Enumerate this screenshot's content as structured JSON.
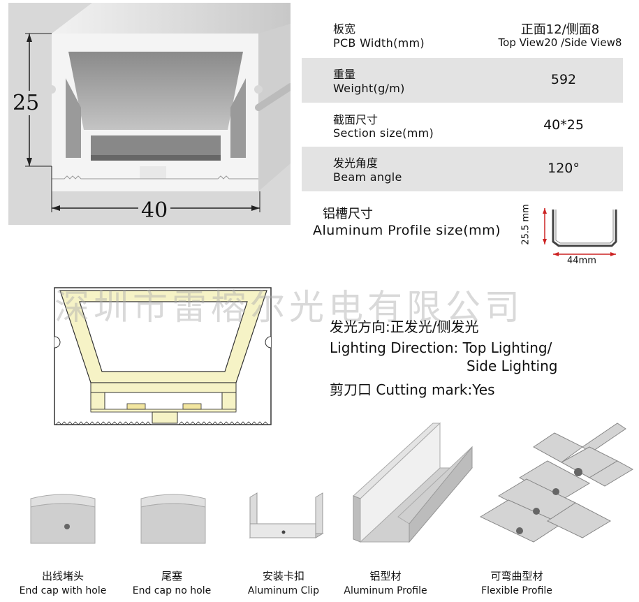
{
  "cross_section": {
    "height_label": "25",
    "width_label": "40"
  },
  "specs": [
    {
      "cn": "板宽",
      "en": "PCB Width(mm)",
      "value_cn": "正面12/侧面8",
      "value_en": "Top View20 /Side View8"
    },
    {
      "cn": "重量",
      "en": "Weight(g/m)",
      "value": "592"
    },
    {
      "cn": "截面尺寸",
      "en": "Section size(mm)",
      "value": "40*25"
    },
    {
      "cn": "发光角度",
      "en": "Beam angle",
      "value": "120°"
    }
  ],
  "aluminum": {
    "cn": "铝槽尺寸",
    "en": "Aluminum Profile size(mm)",
    "height_label": "25.5 mm",
    "width_label": "44mm"
  },
  "watermark": "深圳市雷榕尔光电有限公司",
  "lighting": {
    "direction_cn": "发光方向:正发光/侧发光",
    "direction_en_1": "Lighting Direction: Top Lighting/",
    "direction_en_2": "Side Lighting",
    "cutting": "剪刀口 Cutting mark:Yes"
  },
  "accessories": [
    {
      "cn": "出线堵头",
      "en": "End cap with hole",
      "icon": "end-cap-with-hole-icon"
    },
    {
      "cn": "尾塞",
      "en": "End cap no hole",
      "icon": "end-cap-no-hole-icon"
    },
    {
      "cn": "安装卡扣",
      "en": "Aluminum Clip",
      "icon": "aluminum-clip-icon"
    },
    {
      "cn": "铝型材",
      "en": "Aluminum Profile",
      "icon": "aluminum-profile-icon"
    },
    {
      "cn": "可弯曲型材",
      "en": "Flexible Profile",
      "icon": "flexible-profile-icon"
    }
  ],
  "colors": {
    "glow": "#f6f3c6",
    "accent_red": "#cc2222",
    "shade": "#e3e3e3"
  }
}
